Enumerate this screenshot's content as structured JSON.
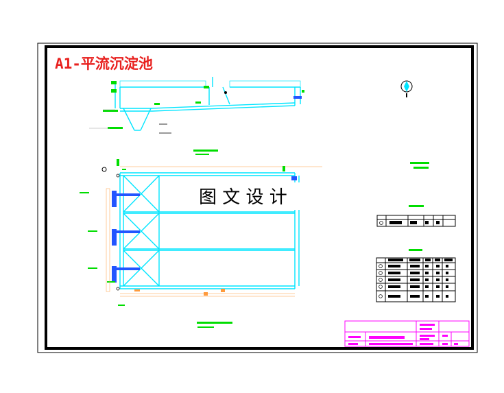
{
  "drawing": {
    "title": "A1-平流沉淀池",
    "watermark": "图 文 设 计",
    "colors": {
      "title": "#e8201e",
      "structure": "#00e5ff",
      "dimension": "#00dd00",
      "annotation": "#ff9a3c",
      "titleblock": "#ff00ff",
      "frame": "#000000",
      "table_cell": "#000000"
    }
  },
  "tables": {
    "small_rows": 1,
    "small_cols": 6,
    "large_rows": 5,
    "large_cols": 6
  }
}
